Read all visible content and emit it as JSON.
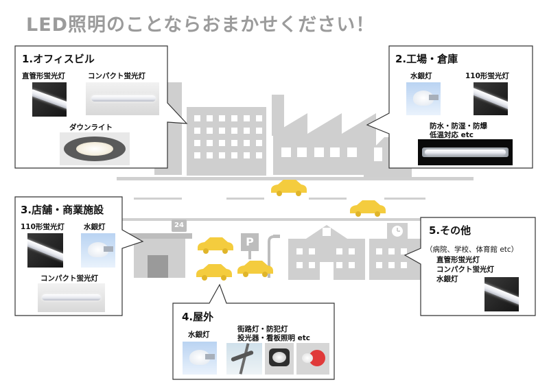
{
  "headline": "LED照明のことならおまかせください！",
  "scene": {
    "sign_24": "24",
    "sign_p": "P"
  },
  "boxes": {
    "office": {
      "title": "1.オフィスビル",
      "items": [
        "直管形蛍光灯",
        "コンパクト蛍光灯",
        "ダウンライト"
      ]
    },
    "factory": {
      "title": "2.工場・倉庫",
      "items": [
        "水銀灯",
        "110形蛍光灯"
      ],
      "note_line1": "防水・防湿・防爆",
      "note_line2": "低温対応 etc"
    },
    "shop": {
      "title": "3.店舗・商業施設",
      "items": [
        "110形蛍光灯",
        "水銀灯",
        "コンパクト蛍光灯"
      ]
    },
    "outdoor": {
      "title": "4.屋外",
      "items": [
        "水銀灯"
      ],
      "note_line1": "街路灯・防犯灯",
      "note_line2": "投光器・看板照明 etc"
    },
    "other": {
      "title": "5.その他",
      "subtitle": "（病院、学校、体育館 etc）",
      "items": [
        "直管形蛍光灯",
        "コンパクト蛍光灯",
        "水銀灯"
      ]
    }
  },
  "colors": {
    "building": "#cfcfcf",
    "window": "#ffffff",
    "car": "#f4cc3e",
    "headline": "#9b9b9b"
  }
}
